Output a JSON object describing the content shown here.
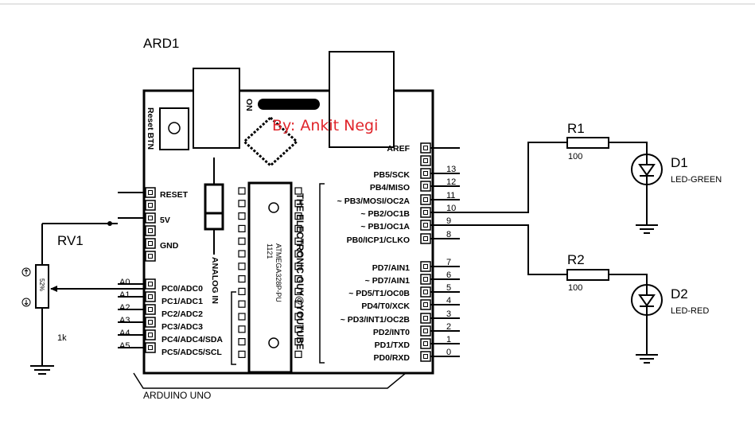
{
  "board": {
    "ref": "ARD1",
    "name": "ARDUINO UNO",
    "reset_btn": "Reset BTN",
    "on_label": "ON",
    "analog_in": "ANALOG IN",
    "chip": "ATMEGA328P-PU",
    "chip_code": "1121",
    "brand": "THE ELECTRONIC GUY@YOUTUBE",
    "watermark": "By: Ankit Negi",
    "power_pins": [
      "RESET",
      "5V",
      "GND"
    ],
    "analog_pins": [
      "PC0/ADC0",
      "PC1/ADC1",
      "PC2/ADC2",
      "PC3/ADC3",
      "PC4/ADC4/SDA",
      "PC5/ADC5/SCL"
    ],
    "analog_nums": [
      "A0",
      "A1",
      "A2",
      "A3",
      "A4",
      "A5"
    ],
    "aref": "AREF",
    "digital_hi_pins": [
      "PB5/SCK",
      "PB4/MISO",
      "~ PB3/MOSI/OC2A",
      "~ PB2/OC1B",
      "~ PB1/OC1A",
      "PB0/ICP1/CLKO"
    ],
    "digital_hi_nums": [
      "13",
      "12",
      "11",
      "10",
      "9",
      "8"
    ],
    "digital_lo_pins": [
      "PD7/AIN1",
      "~ PD7/AIN1",
      "~ PD5/T1/OC0B",
      "PD4/T0/XCK",
      "~ PD3/INT1/OC2B",
      "PD2/INT0",
      "PD1/TXD",
      "PD0/RXD"
    ],
    "digital_lo_nums": [
      "7",
      "6",
      "5",
      "4",
      "3",
      "2",
      "1",
      "0"
    ]
  },
  "pot": {
    "ref": "RV1",
    "value": "1k",
    "percent": "52%"
  },
  "r1": {
    "ref": "R1",
    "value": "100"
  },
  "r2": {
    "ref": "R2",
    "value": "100"
  },
  "d1": {
    "ref": "D1",
    "type": "LED-GREEN"
  },
  "d2": {
    "ref": "D2",
    "type": "LED-RED"
  }
}
